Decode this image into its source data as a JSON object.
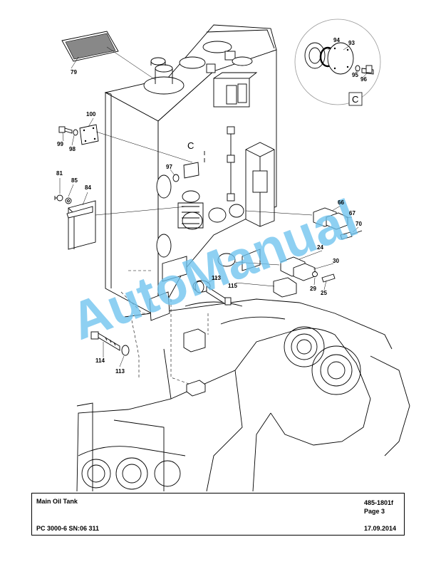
{
  "diagram": {
    "detail_letter": "C",
    "item_numbers": [
      "79",
      "100",
      "99",
      "98",
      "97",
      "81",
      "85",
      "84",
      "66",
      "67",
      "70",
      "24",
      "30",
      "29",
      "25",
      "113",
      "115",
      "114",
      "113",
      "94",
      "93",
      "95",
      "96",
      "C"
    ],
    "watermark": "AutoManual"
  },
  "title_block": {
    "title": "Main Oil Tank",
    "doc_number": "485-1801f",
    "page": "Page 3",
    "machine": "PC 3000-6 SN:06 311",
    "date": "17.09.2014"
  }
}
